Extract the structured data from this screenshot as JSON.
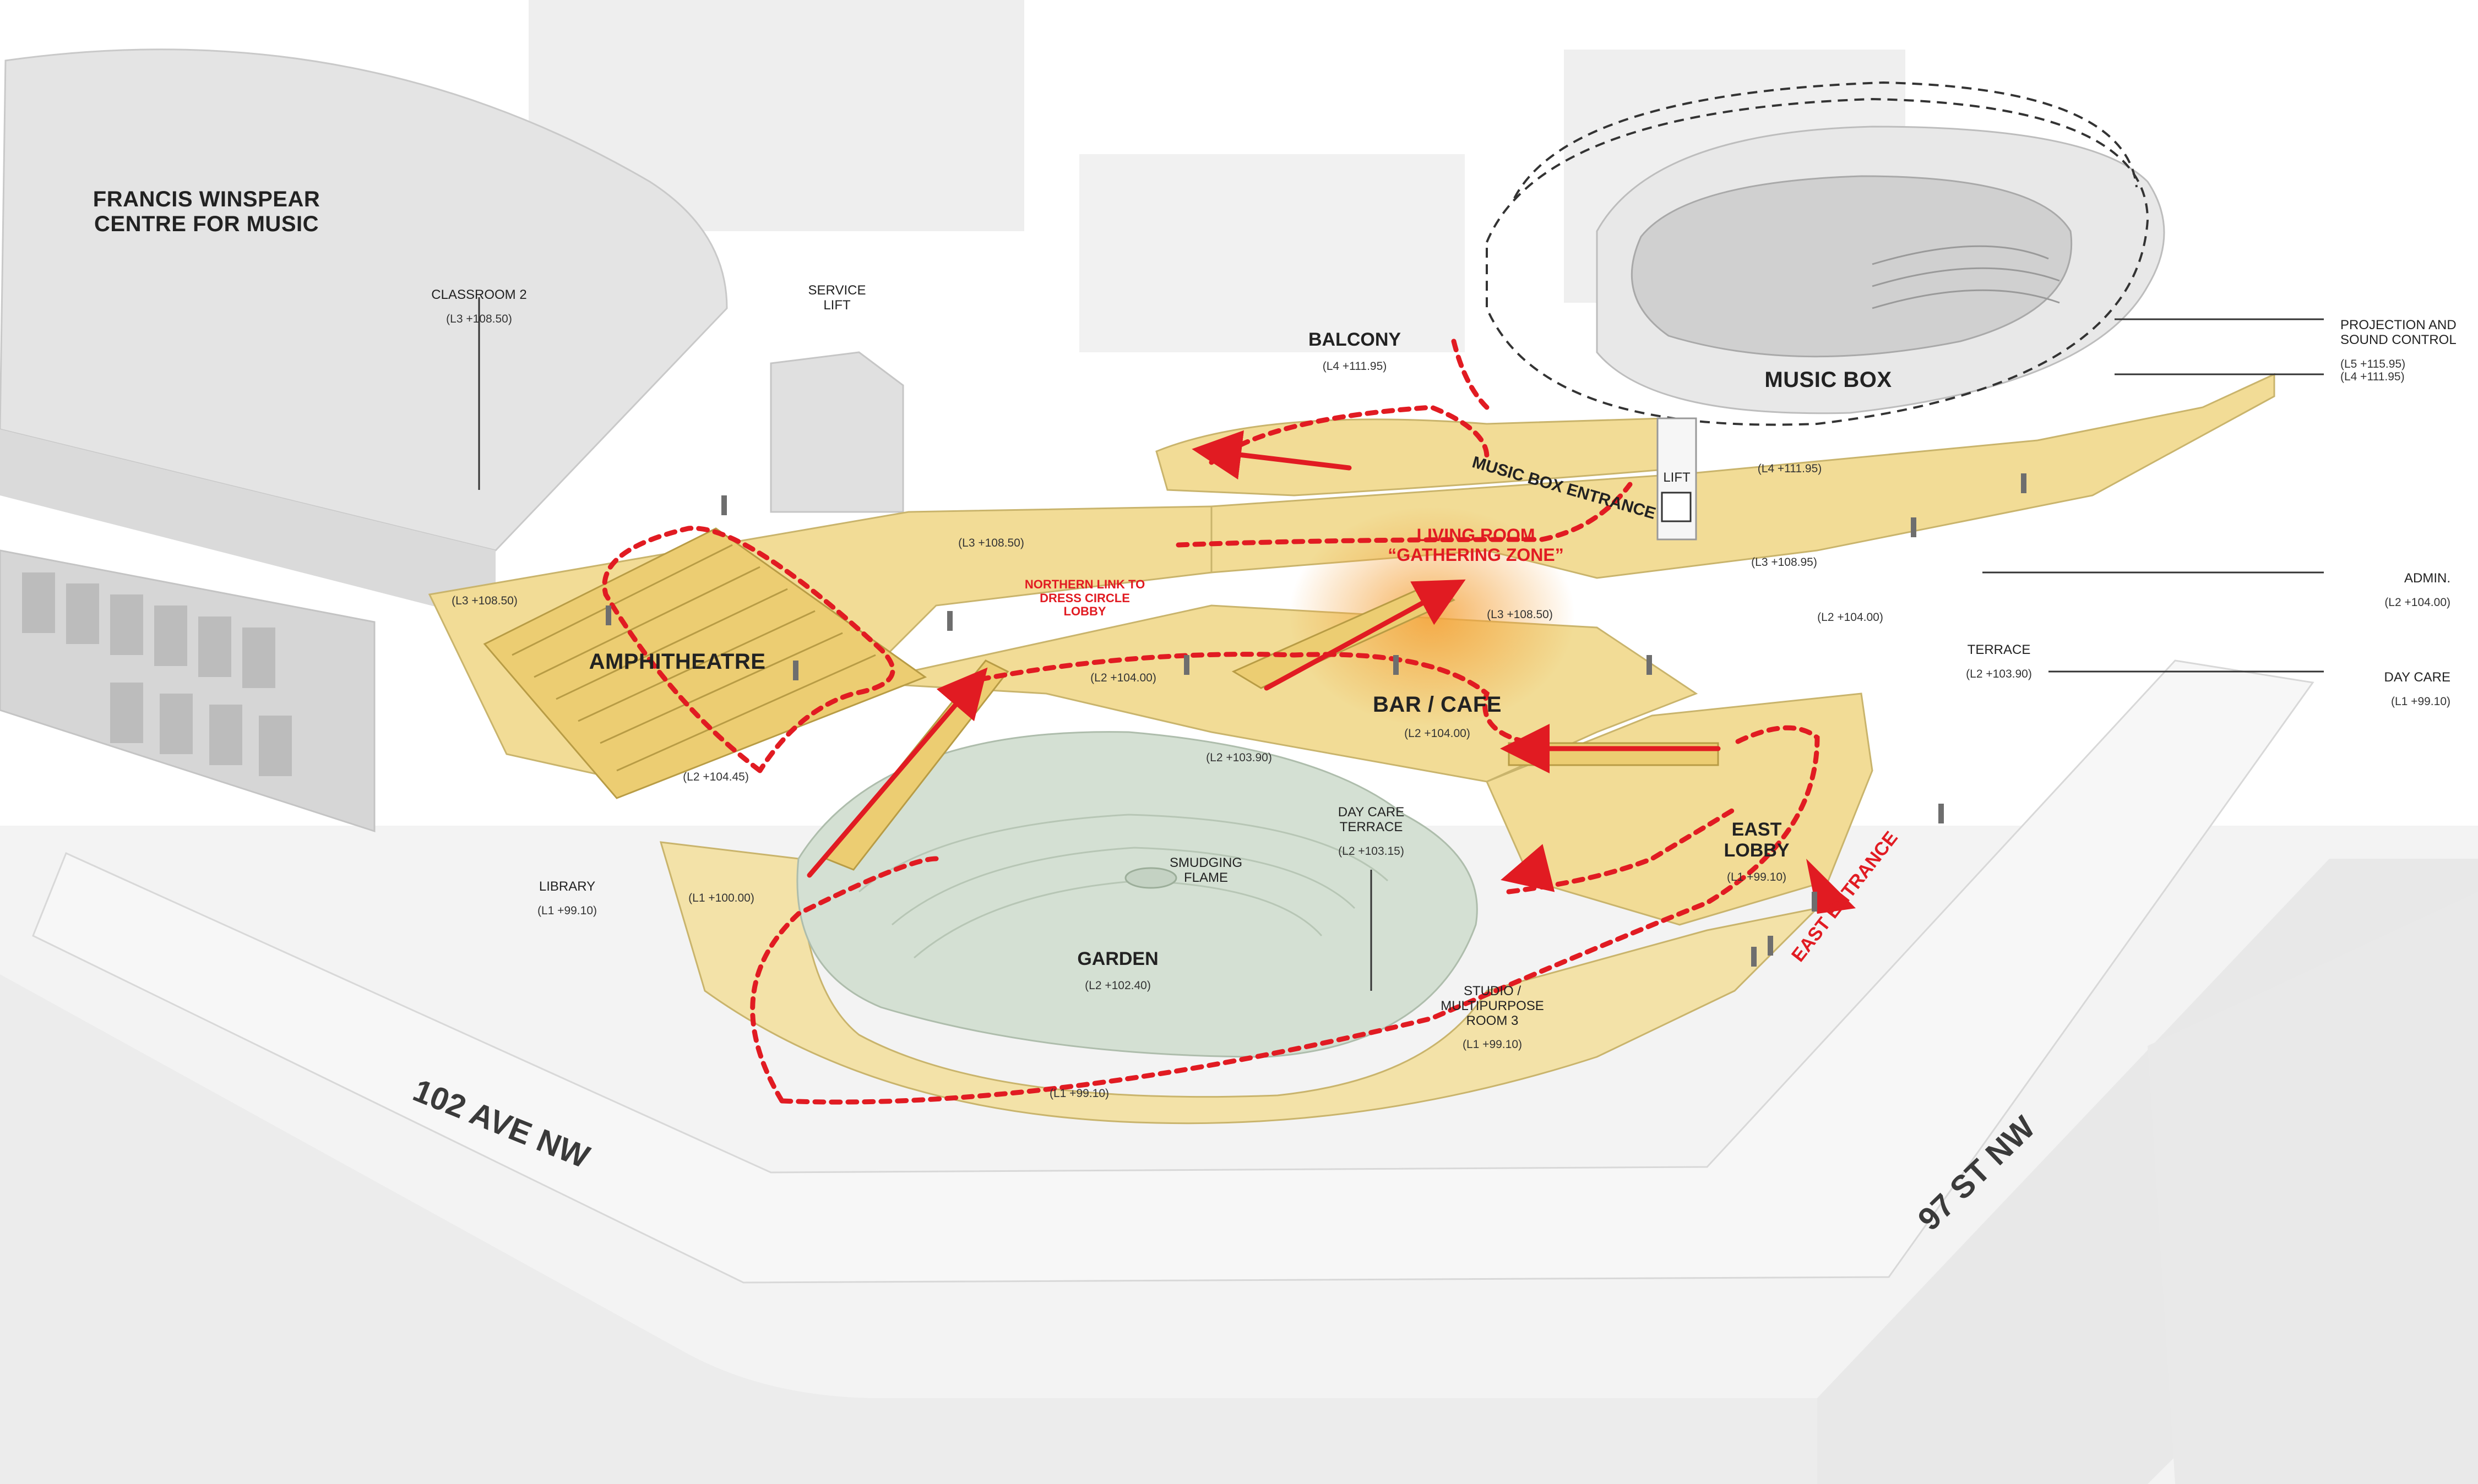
{
  "title": "",
  "buildings": {
    "winspear": "FRANCIS WINSPEAR\nCENTRE FOR MUSIC"
  },
  "streets": {
    "ave": "102 AVE NW",
    "st": "97 ST NW"
  },
  "spaces": [
    {
      "id": "classroom2",
      "name": "CLASSROOM 2",
      "level": "(L3 +108.50)"
    },
    {
      "id": "service-lift",
      "name": "SERVICE\nLIFT",
      "level": ""
    },
    {
      "id": "balcony",
      "name": "BALCONY",
      "level": "(L4 +111.95)"
    },
    {
      "id": "music-box",
      "name": "MUSIC BOX",
      "level": ""
    },
    {
      "id": "projection",
      "name": "PROJECTION AND\nSOUND CONTROL",
      "level": "(L5 +115.95)\n(L4 +111.95)"
    },
    {
      "id": "admin",
      "name": "ADMIN.",
      "level": "(L2 +104.00)"
    },
    {
      "id": "terrace",
      "name": "TERRACE",
      "level": "(L2 +103.90)"
    },
    {
      "id": "day-care",
      "name": "DAY CARE",
      "level": "(L1 +99.10)"
    },
    {
      "id": "amphitheatre",
      "name": "AMPHITHEATRE",
      "level": "(L2 +104.45)"
    },
    {
      "id": "bar-cafe",
      "name": "BAR / CAFE",
      "level": "(L2 +104.00)"
    },
    {
      "id": "library",
      "name": "LIBRARY",
      "level": "(L1 +99.10)"
    },
    {
      "id": "day-care-terrace",
      "name": "DAY CARE\nTERRACE",
      "level": "(L2 +103.15)"
    },
    {
      "id": "smudging",
      "name": "SMUDGING\nFLAME",
      "level": ""
    },
    {
      "id": "garden",
      "name": "GARDEN",
      "level": "(L2 +102.40)"
    },
    {
      "id": "studio",
      "name": "STUDIO /\nMULTIPURPOSE\nROOM 3",
      "level": "(L1 +99.10)"
    },
    {
      "id": "east-lobby",
      "name": "EAST\nLOBBY",
      "level": "(L1 +99.10)"
    },
    {
      "id": "lift",
      "name": "LIFT",
      "level": ""
    }
  ],
  "level_marks": {
    "l3_a": "(L3 +108.50)",
    "l3_b": "(L3 +108.50)",
    "l3_c": "(L3 +108.50)",
    "l3_d": "(L3 +108.95)",
    "l4_b": "(L4 +111.95)",
    "l2_a": "(L2 +104.00)",
    "l2_b": "(L2 +103.90)",
    "l2_c": "(L2 +104.00)",
    "l1_a": "(L1 +100.00)",
    "l1_b": "(L1 +99.10)"
  },
  "callouts": {
    "music_box_entrance": "MUSIC BOX ENTRANCE",
    "living_room": "LIVING ROOM\n“GATHERING ZONE”",
    "northern_link": "NORTHERN LINK TO\nDRESS CIRCLE\nLOBBY",
    "east_entrance": "EAST ENTRANCE"
  },
  "colors": {
    "floor": "#f2dc96",
    "floor_glow": "#f6c56a",
    "circulation": "#e11b22",
    "garden": "#d4e0d3",
    "building": "#e9e9e9",
    "ground": "#f4f4f4"
  }
}
